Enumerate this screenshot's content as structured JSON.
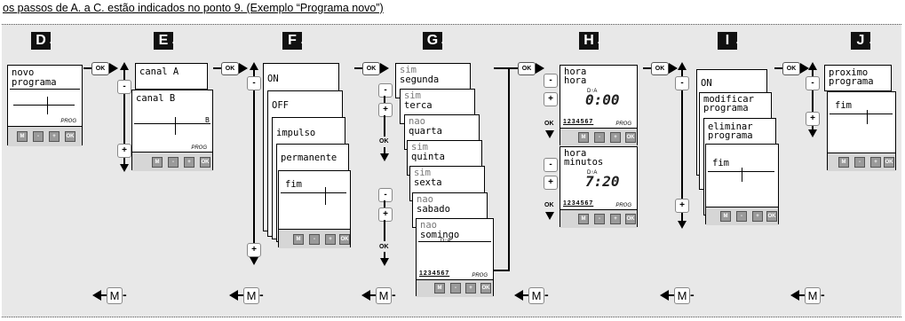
{
  "header": {
    "text": "os passos de A. a C. estão indicados no ponto 9. (Exemplo “Programa novo”)"
  },
  "steps": [
    "D",
    "E",
    "F",
    "G",
    "H",
    "I",
    "J"
  ],
  "labels": {
    "ok": "OK",
    "m": "M",
    "minus": "-",
    "plus": "+",
    "m_dash": "-",
    "prog": "PROG",
    "dra": "D↑A"
  },
  "buttons": [
    "M",
    "-",
    "+",
    "OK"
  ],
  "screens": {
    "d": {
      "line1": "novo",
      "line2": "programa"
    },
    "e": {
      "a": "canal A",
      "b": "canal B",
      "b_tag": "B"
    },
    "f": {
      "on": "ON",
      "off": "OFF",
      "impulso": "impulso",
      "permanente": "permanente",
      "fim": "fim"
    },
    "g": {
      "days": [
        {
          "state": "sim",
          "day": "segunda"
        },
        {
          "state": "sim",
          "day": "terca"
        },
        {
          "state": "nao",
          "day": "quarta"
        },
        {
          "state": "sim",
          "day": "quinta"
        },
        {
          "state": "sim",
          "day": "sexta"
        },
        {
          "state": "nao",
          "day": "sabado"
        },
        {
          "state": "nao",
          "day": "somingo"
        }
      ],
      "daybar": "1234567"
    },
    "h": {
      "h1": "hora",
      "h2": "hora",
      "time1": "0:00",
      "m1": "hora",
      "m2": "minutos",
      "time2": "7:20",
      "daybar": "1234567"
    },
    "i": {
      "on": "ON",
      "mod1": "modificar",
      "mod2": "programa",
      "el1": "eliminar",
      "el2": "programa",
      "fim": "fim"
    },
    "j": {
      "p1": "proximo",
      "p2": "programa",
      "fim": "fim"
    }
  }
}
